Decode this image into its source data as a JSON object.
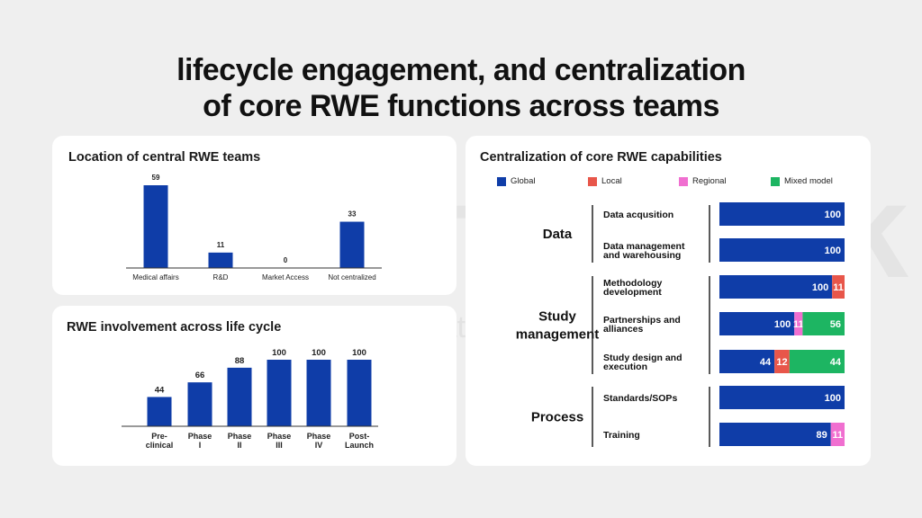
{
  "title_line1": "lifecycle engagement, and centralization",
  "title_line2": "of core RWE functions across teams",
  "location_card": {
    "title": "Location of central RWE teams",
    "chart_data": {
      "type": "bar",
      "categories": [
        "Medical affairs",
        "R&D",
        "Market Access",
        "Not centralized"
      ],
      "values": [
        59,
        11,
        0,
        33
      ],
      "color": "#0f3da8"
    }
  },
  "lifecycle_card": {
    "title": "RWE involvement across life cycle",
    "chart_data": {
      "type": "bar",
      "categories": [
        [
          "Pre-",
          "clinical"
        ],
        [
          "Phase",
          "I"
        ],
        [
          "Phase",
          "II"
        ],
        [
          "Phase",
          "III"
        ],
        [
          "Phase",
          "IV"
        ],
        [
          "Post-",
          "Launch"
        ]
      ],
      "values": [
        44,
        66,
        88,
        100,
        100,
        100
      ],
      "color": "#0f3da8"
    }
  },
  "capability_card": {
    "title": "Centralization of core RWE capabilities",
    "legend": [
      {
        "label": "Global",
        "color": "#0f3da8"
      },
      {
        "label": "Local",
        "color": "#e8564a"
      },
      {
        "label": "Regional",
        "color": "#f06fd0"
      },
      {
        "label": "Mixed model",
        "color": "#1db562"
      }
    ],
    "chart_data": {
      "type": "bar",
      "orientation": "horizontal",
      "stacked": true,
      "series_names": [
        "Global",
        "Local",
        "Regional",
        "Mixed model"
      ],
      "groups": [
        {
          "name": [
            "Data"
          ],
          "rows": [
            {
              "label": [
                "Data acqusition"
              ],
              "values": [
                100,
                0,
                0,
                0
              ]
            },
            {
              "label": [
                "Data management",
                "and warehousing"
              ],
              "values": [
                100,
                0,
                0,
                0
              ]
            }
          ]
        },
        {
          "name": [
            "Study",
            "management"
          ],
          "rows": [
            {
              "label": [
                "Methodology",
                "development"
              ],
              "values": [
                100,
                11,
                0,
                0
              ]
            },
            {
              "label": [
                "Partnerships and",
                "alliances"
              ],
              "values": [
                100,
                0,
                11,
                56
              ]
            },
            {
              "label": [
                "Study design and",
                "execution"
              ],
              "values": [
                44,
                12,
                0,
                44
              ]
            }
          ]
        },
        {
          "name": [
            "Process"
          ],
          "rows": [
            {
              "label": [
                "Standards/SOPs"
              ],
              "values": [
                100,
                0,
                0,
                0
              ]
            },
            {
              "label": [
                "Training"
              ],
              "values": [
                89,
                0,
                11,
                0
              ]
            }
          ]
        }
      ]
    }
  }
}
